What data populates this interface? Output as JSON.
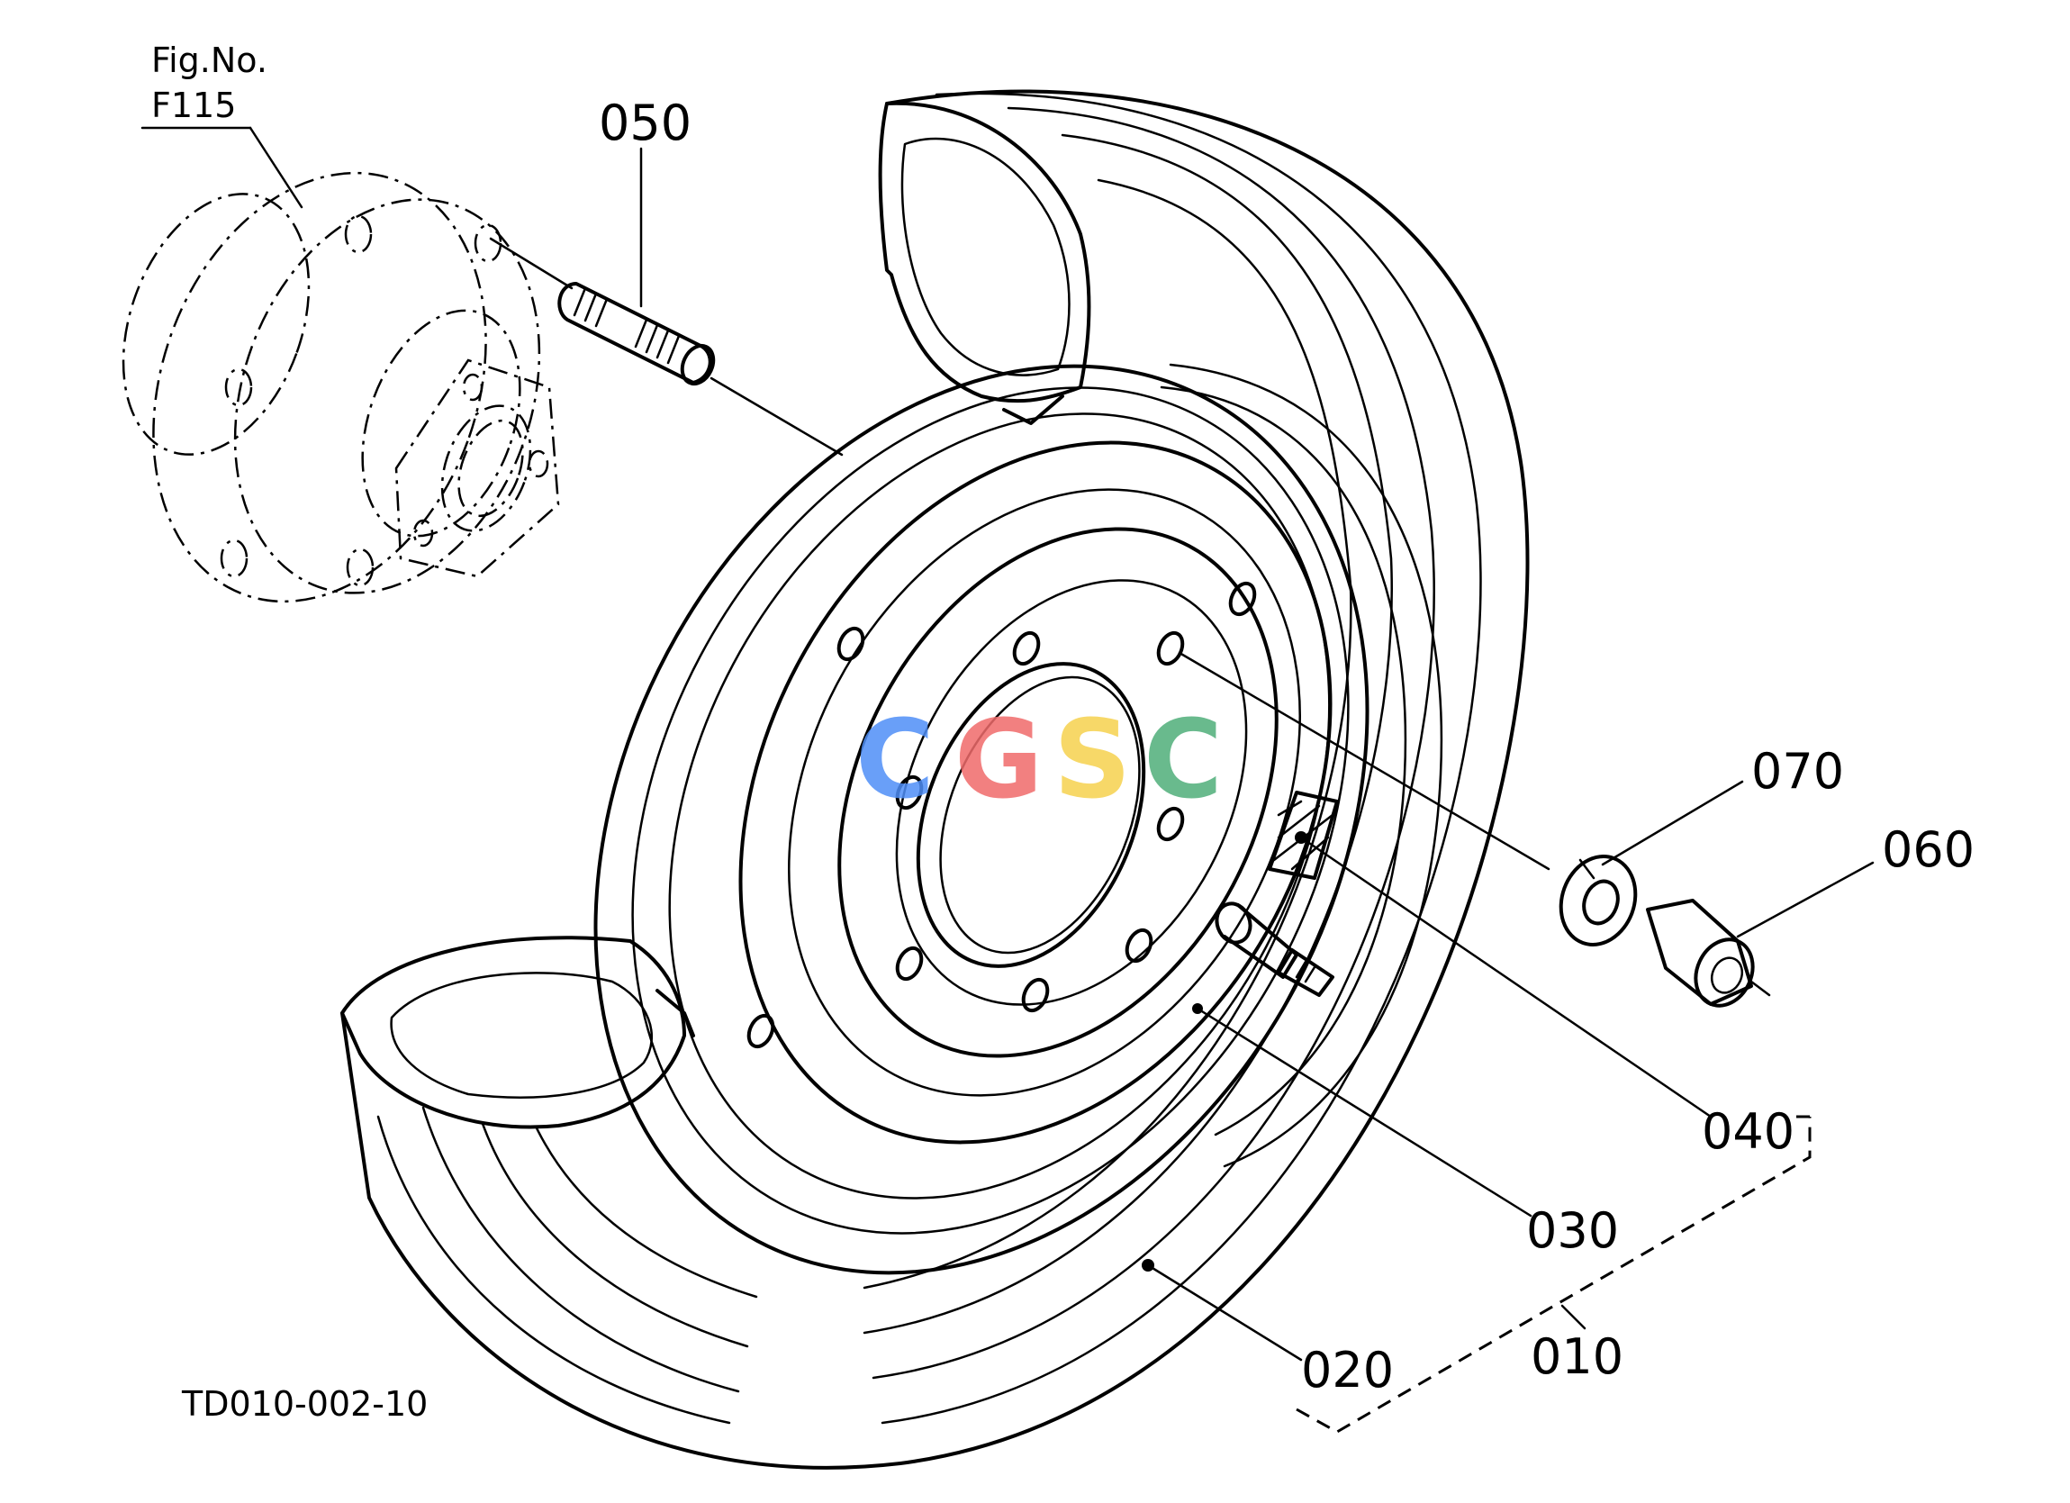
{
  "figure": {
    "fig_ref_label": "Fig.No.",
    "fig_ref_number": "F115",
    "drawing_code": "TD010-002-10"
  },
  "parts": {
    "p010": "010",
    "p020": "020",
    "p030": "030",
    "p040": "040",
    "p050": "050",
    "p060": "060",
    "p070": "070"
  },
  "watermark": {
    "letters": [
      "C",
      "G",
      "S",
      "C"
    ],
    "colors": [
      "#4f8ff7",
      "#f06b6b",
      "#f6d24e",
      "#4fae7a"
    ]
  }
}
